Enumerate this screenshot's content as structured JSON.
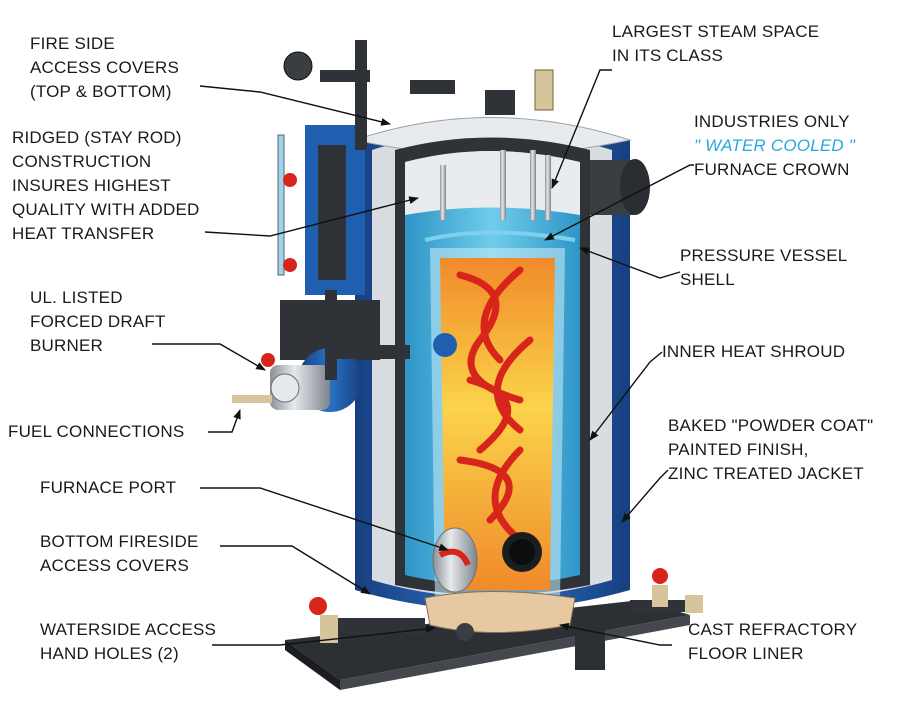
{
  "labels": {
    "fire_side_covers": [
      "FIRE SIDE",
      "ACCESS COVERS",
      "(TOP & BOTTOM)"
    ],
    "ridged": [
      "RIDGED (STAY ROD)",
      "CONSTRUCTION",
      "INSURES HIGHEST",
      "QUALITY WITH ADDED",
      "HEAT TRANSFER"
    ],
    "burner": [
      "UL. LISTED",
      "FORCED DRAFT",
      "BURNER"
    ],
    "fuel": [
      "FUEL CONNECTIONS"
    ],
    "furnace_port": [
      "FURNACE PORT"
    ],
    "bottom_covers": [
      "BOTTOM FIRESIDE",
      "ACCESS COVERS"
    ],
    "waterside": [
      "WATERSIDE ACCESS",
      "HAND HOLES (2)"
    ],
    "steam_space": [
      "LARGEST STEAM SPACE",
      "IN ITS CLASS"
    ],
    "crown": {
      "line1": "INDUSTRIES ONLY",
      "line2": "\" WATER COOLED \"",
      "line3": "FURNACE CROWN"
    },
    "pressure_vessel": [
      "PRESSURE VESSEL",
      "SHELL"
    ],
    "inner_shroud": [
      "INNER HEAT SHROUD"
    ],
    "powder_coat": [
      "BAKED \"POWDER COAT\"",
      "PAINTED FINISH,",
      "ZINC TREATED JACKET"
    ],
    "refractory": [
      "CAST REFRACTORY",
      "FLOOR LINER"
    ]
  },
  "colors": {
    "jacket_blue": "#1f5fb0",
    "water_blue": "#47b8df",
    "flame_orange": "#f4922a",
    "flame_yellow": "#fbd34a",
    "arrow_red": "#d8251c",
    "steel_dark": "#2f3338",
    "steel_light": "#c7ccd1",
    "accent_text": "#2aa7e0"
  }
}
